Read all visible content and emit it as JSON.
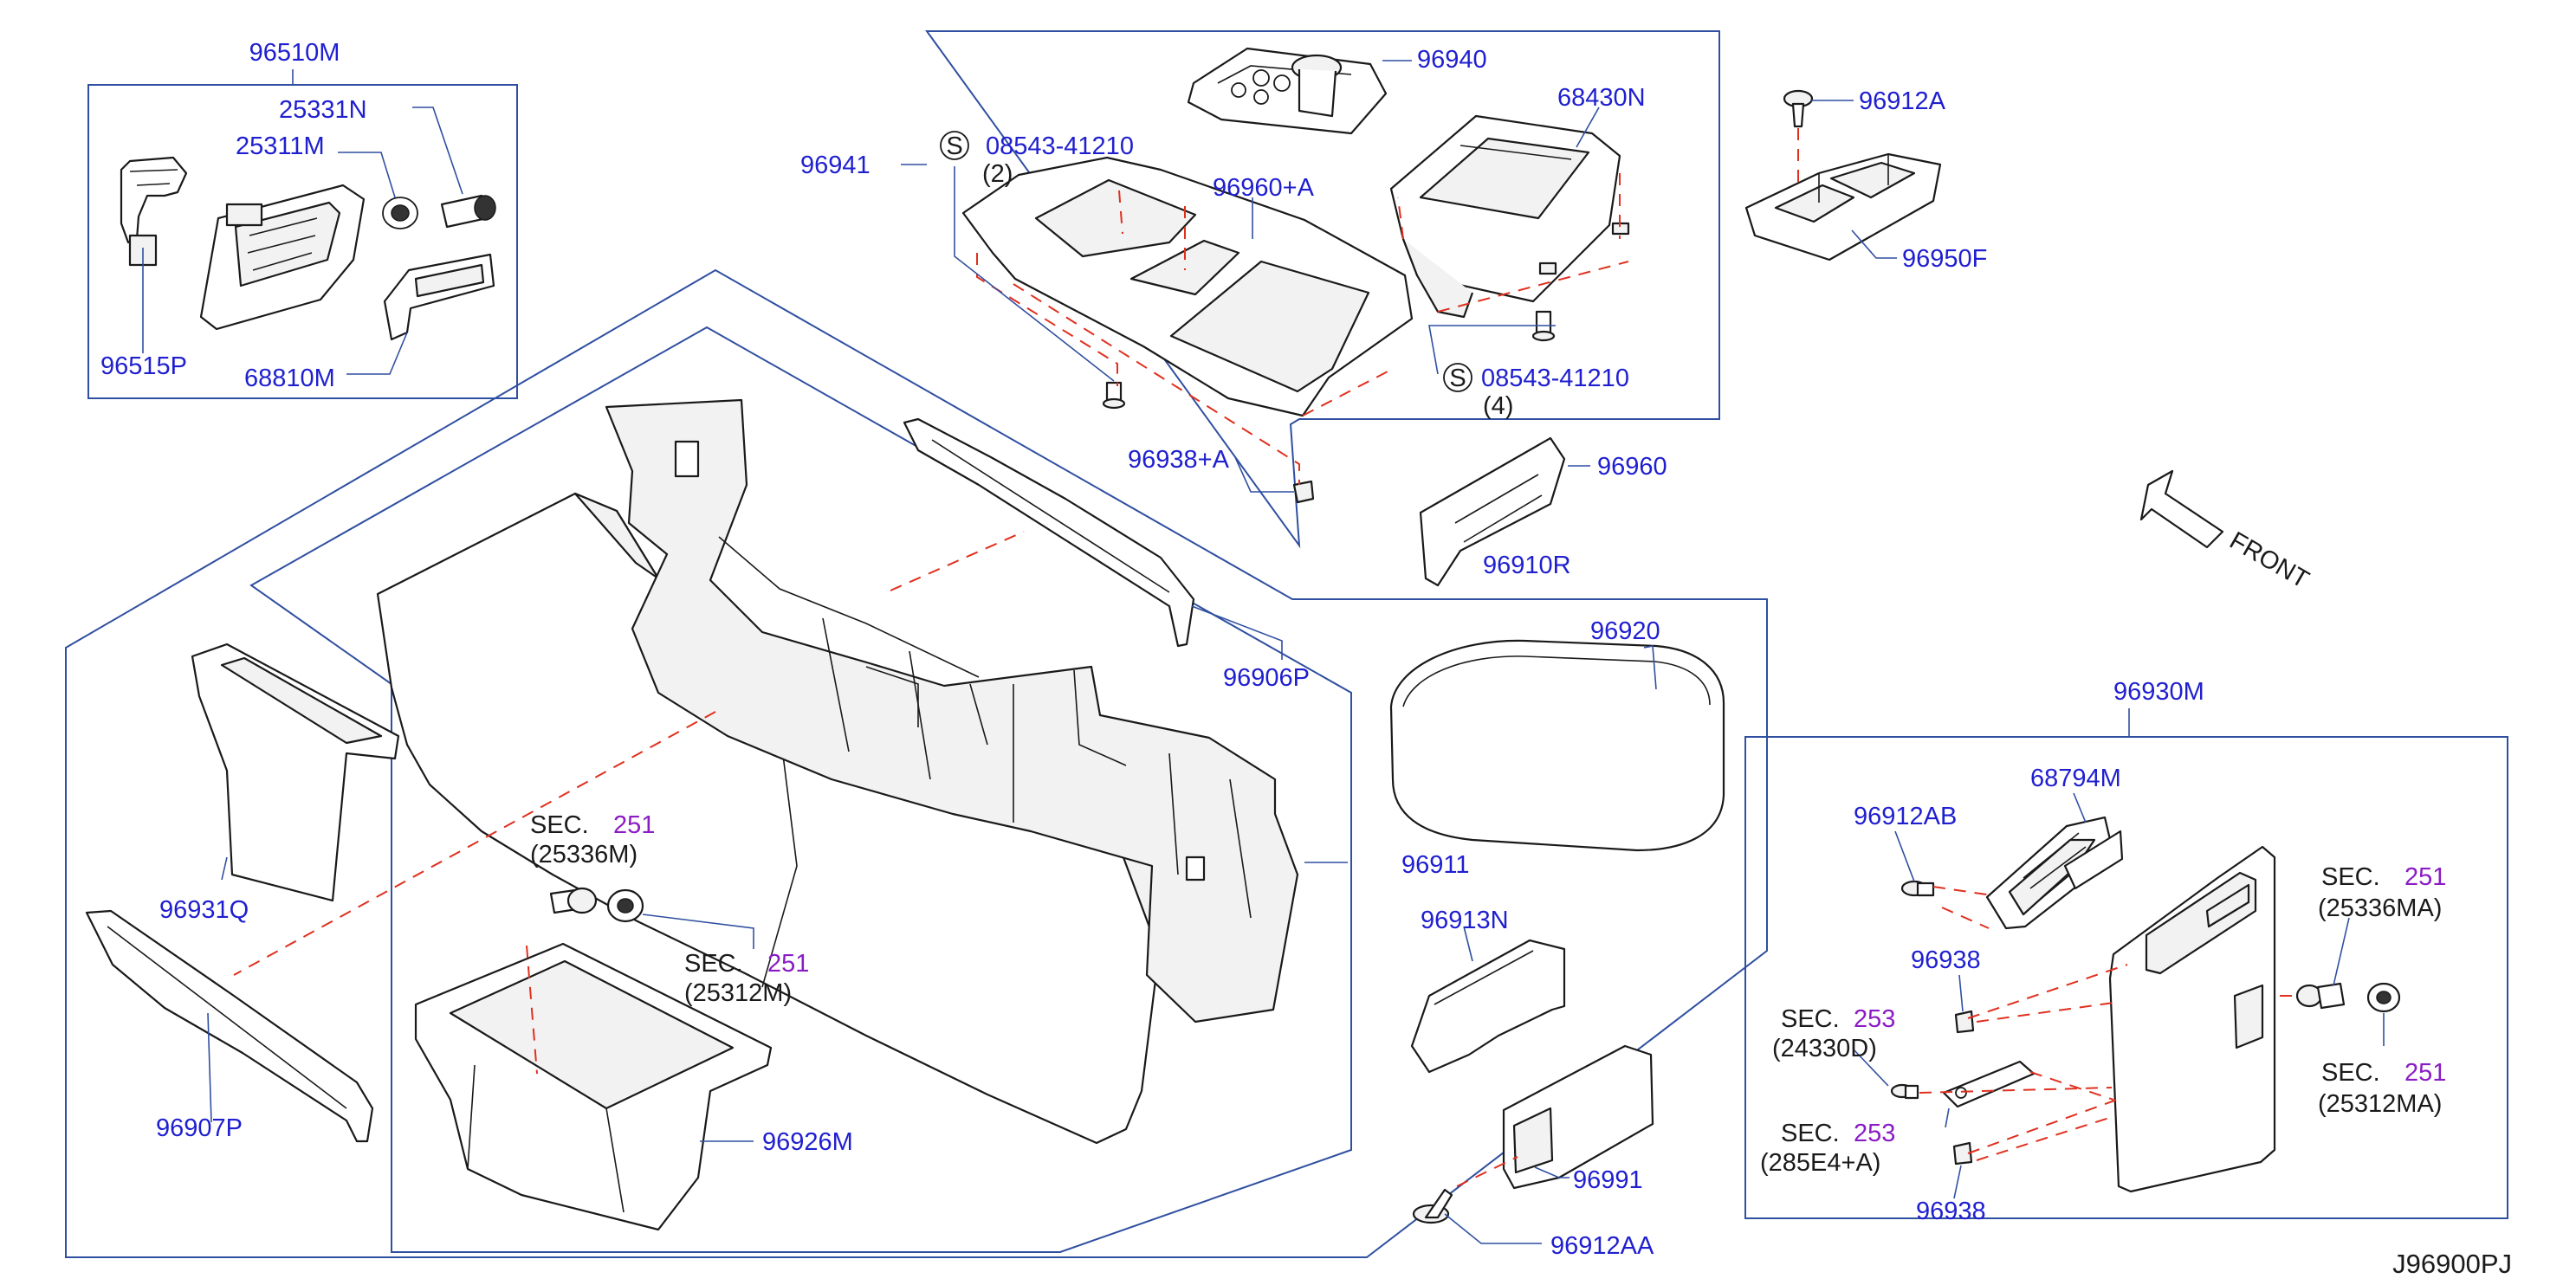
{
  "diagram_id": "J96900PJ",
  "front_label": "FRONT",
  "callouts": {
    "p96510M": "96510M",
    "p25331N": "25331N",
    "p25311M": "25311M",
    "p96515P": "96515P",
    "p68810M": "68810M",
    "p96940": "96940",
    "p96941": "96941",
    "s08543_top": "08543-41210",
    "s08543_top_qty": "(2)",
    "p96960A": "96960+A",
    "p68430N": "68430N",
    "s08543_bot": "08543-41210",
    "s08543_bot_qty": "(4)",
    "p96938A": "96938+A",
    "p96912A": "96912A",
    "p96950F": "96950F",
    "p96960": "96960",
    "p96910R": "96910R",
    "p96920": "96920",
    "p96906P": "96906P",
    "p96911": "96911",
    "p96913N": "96913N",
    "p96931Q": "96931Q",
    "p96907P": "96907P",
    "p96926M": "96926M",
    "p96991": "96991",
    "p96912AA": "96912AA",
    "p96930M": "96930M",
    "p68794M": "68794M",
    "p96912AB": "96912AB",
    "p96938_a": "96938",
    "p96938_b": "96938"
  },
  "screw_mark": "S",
  "sec_refs": {
    "sec_prefix": "SEC.",
    "r1_num": "251",
    "r1_part": "(25336M)",
    "r2_num": "251",
    "r2_part": "(25312M)",
    "r3_num": "251",
    "r3_part": "(25336MA)",
    "r4_num": "251",
    "r4_part": "(25312MA)",
    "r5_num": "253",
    "r5_part": "(24330D)",
    "r6_num": "253",
    "r6_part": "(285E4+A)"
  },
  "colors": {
    "part_number": "#1f1fd0",
    "section_number": "#8a1cc4",
    "frame_line": "#2f4fa0",
    "phantom_line": "#e0301e",
    "outline": "#1a1a1a"
  }
}
